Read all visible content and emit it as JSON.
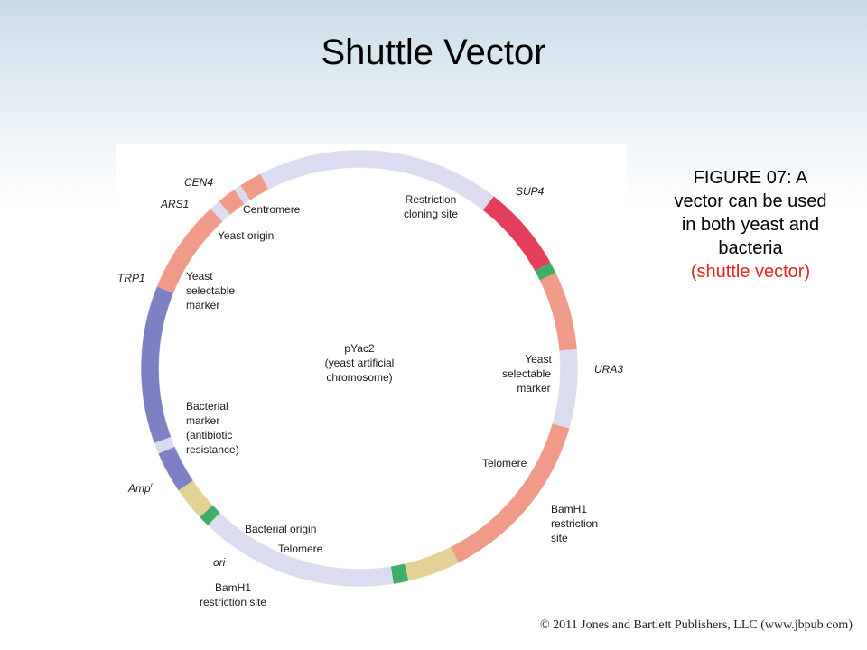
{
  "slide": {
    "title": "Shuttle Vector",
    "caption_line1": "FIGURE 07: A",
    "caption_line2": "vector can be used",
    "caption_line3": "in both yeast and",
    "caption_line4": "bacteria",
    "caption_note": "(shuttle vector)",
    "copyright": "© 2011 Jones and Bartlett Publishers, LLC (www.jbpub.com)"
  },
  "plasmid": {
    "center_line1": "pYac2",
    "center_line2": "(yeast artificial",
    "center_line3": "chromosome)"
  },
  "genes": {
    "cen4": "CEN4",
    "ars1": "ARS1",
    "trp1": "TRP1",
    "ampr_main": "Amp",
    "ampr_sup": "r",
    "ori": "ori",
    "sup4": "SUP4",
    "ura3": "URA3"
  },
  "features": {
    "centromere": "Centromere",
    "yeast_origin": "Yeast origin",
    "yeast_marker_left": [
      "Yeast",
      "selectable",
      "marker"
    ],
    "bacterial_marker": [
      "Bacterial",
      "marker",
      "(antibiotic",
      "resistance)"
    ],
    "bacterial_origin": "Bacterial origin",
    "telomere_left": "Telomere",
    "bamh1_left": [
      "BamH1",
      "restriction site"
    ],
    "restriction_cloning": [
      "Restriction",
      "cloning site"
    ],
    "yeast_marker_right": [
      "Yeast",
      "selectable",
      "marker"
    ],
    "telomere_right": "Telomere",
    "bamh1_right": [
      "BamH1",
      "restriction",
      "site"
    ]
  },
  "colors": {
    "backbone": "#dcdcf0",
    "yeast_marker": "#f09b8a",
    "restriction": "#e2405a",
    "bacterial_marker": "#7e80c4",
    "telomere": "#e2d296",
    "bamh1": "#3fae68",
    "ori": "#7e80c4"
  }
}
